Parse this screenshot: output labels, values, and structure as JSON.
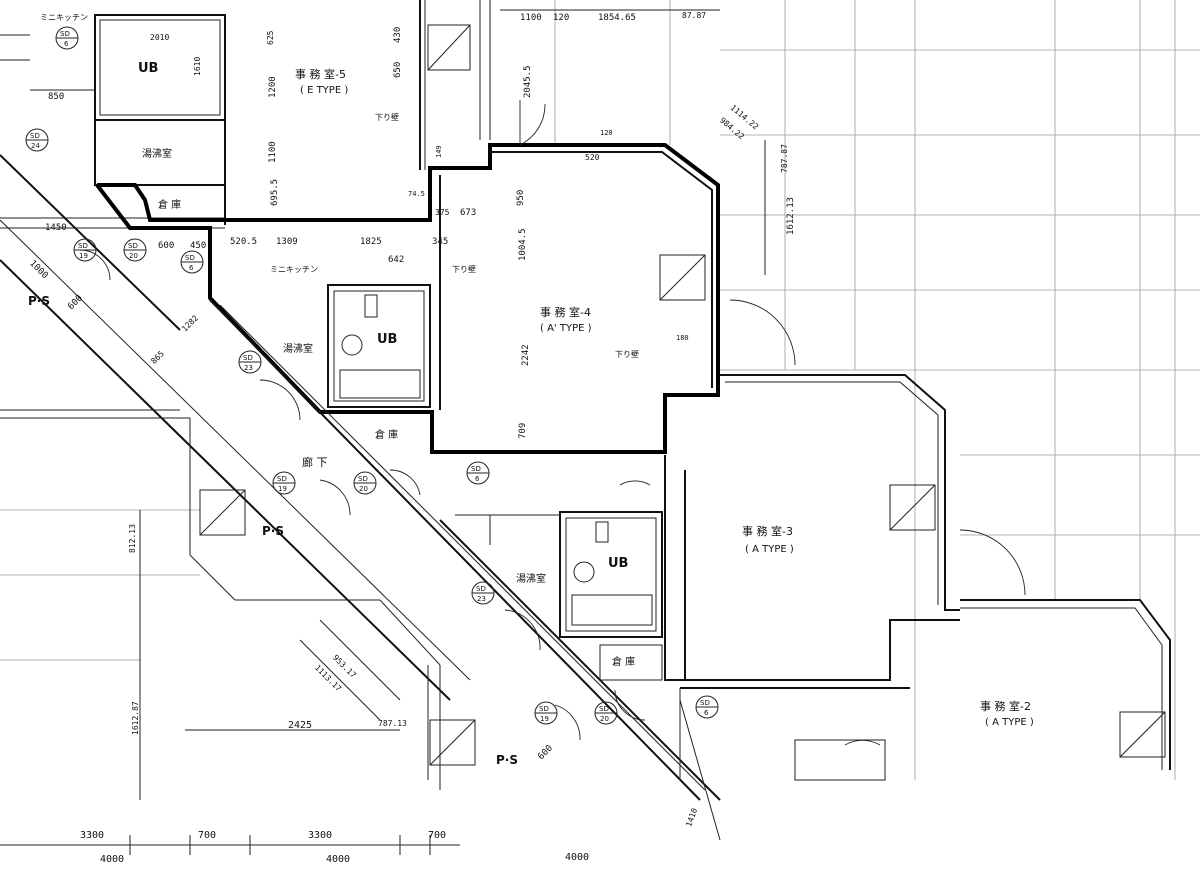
{
  "drawing": {
    "offices": [
      {
        "name": "事 務 室-5",
        "type": "( E TYPE )"
      },
      {
        "name": "事 務 室-4",
        "type": "( A' TYPE )"
      },
      {
        "name": "事 務 室-3",
        "type": "( A TYPE )"
      },
      {
        "name": "事 務 室-2",
        "type": "( A TYPE )"
      }
    ],
    "room_labels": {
      "ub": "UB",
      "washroom": "湯沸室",
      "storage": "倉 庫",
      "corridor": "廊 下",
      "ps": "P·S",
      "mini_kitchen": "ミニキッチン",
      "drop_beam": "下り壁"
    },
    "sd_tags": [
      {
        "top": "SD",
        "bottom": "6"
      },
      {
        "top": "SD",
        "bottom": "24"
      },
      {
        "top": "SD",
        "bottom": "19"
      },
      {
        "top": "SD",
        "bottom": "20"
      },
      {
        "top": "SD",
        "bottom": "6"
      },
      {
        "top": "SD",
        "bottom": "23"
      },
      {
        "top": "SD",
        "bottom": "19"
      },
      {
        "top": "SD",
        "bottom": "20"
      },
      {
        "top": "SD",
        "bottom": "6"
      },
      {
        "top": "SD",
        "bottom": "23"
      },
      {
        "top": "SD",
        "bottom": "19"
      },
      {
        "top": "SD",
        "bottom": "20"
      },
      {
        "top": "SD",
        "bottom": "6"
      }
    ],
    "dimensions": {
      "top": [
        "1100",
        "120",
        "1854.65",
        "87.87"
      ],
      "bottom": [
        "3300",
        "700",
        "3300",
        "700",
        "4000",
        "4000",
        "4000"
      ],
      "misc": [
        "2010",
        "625",
        "1610",
        "1200",
        "1100",
        "695.5",
        "850",
        "1450",
        "600",
        "450",
        "520.5",
        "1309",
        "1825",
        "345",
        "642",
        "650",
        "430",
        "2045.5",
        "1114.22",
        "984.22",
        "787.87",
        "1612.13",
        "950",
        "1004.5",
        "2242",
        "709",
        "673",
        "375",
        "74.5",
        "149",
        "120",
        "520",
        "180",
        "1282",
        "865",
        "1000",
        "600",
        "953.17",
        "1113.17",
        "2425",
        "787.13",
        "812.13",
        "1612.87",
        "1410",
        "600"
      ]
    }
  }
}
